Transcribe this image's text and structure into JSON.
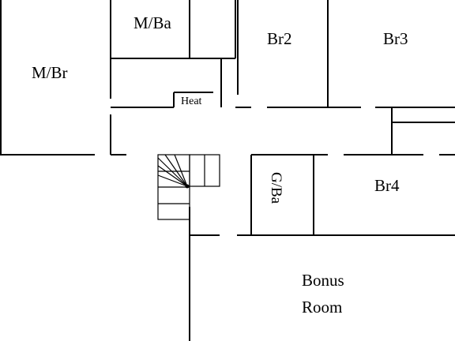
{
  "rooms": {
    "master_bedroom": "M/Br",
    "master_bath": "M/Ba",
    "bedroom2": "Br2",
    "bedroom3": "Br3",
    "bedroom4": "Br4",
    "guest_bath": "G/Ba",
    "heat": "Heat",
    "bonus_line1": "Bonus",
    "bonus_line2": "Room"
  }
}
